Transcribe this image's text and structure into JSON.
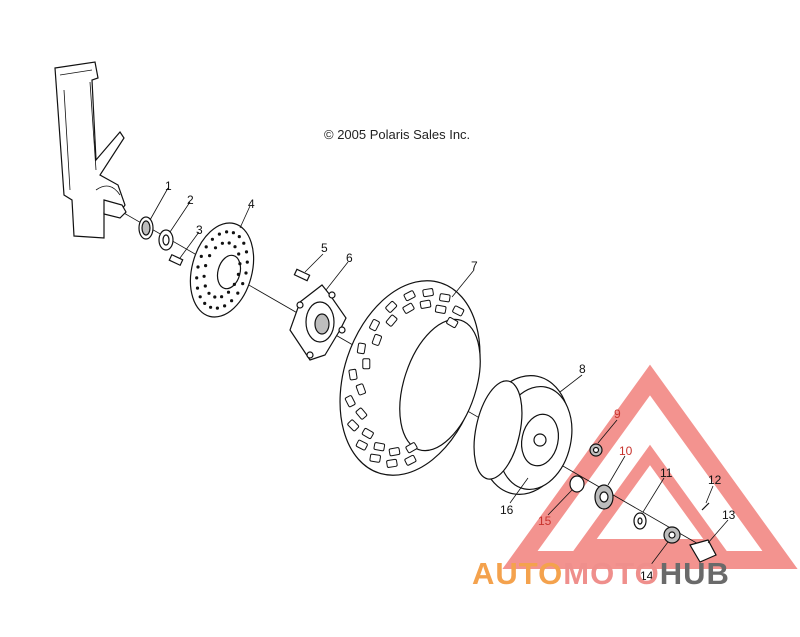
{
  "copyright": "© 2005 Polaris Sales Inc.",
  "callouts": [
    {
      "id": "1",
      "label": "1"
    },
    {
      "id": "2",
      "label": "2"
    },
    {
      "id": "3",
      "label": "3"
    },
    {
      "id": "4",
      "label": "4"
    },
    {
      "id": "5",
      "label": "5"
    },
    {
      "id": "6",
      "label": "6"
    },
    {
      "id": "7",
      "label": "7"
    },
    {
      "id": "8",
      "label": "8"
    },
    {
      "id": "9",
      "label": "9"
    },
    {
      "id": "10",
      "label": "10"
    },
    {
      "id": "11",
      "label": "11"
    },
    {
      "id": "12",
      "label": "12"
    },
    {
      "id": "13",
      "label": "13"
    },
    {
      "id": "14",
      "label": "14"
    },
    {
      "id": "15",
      "label": "15"
    },
    {
      "id": "16",
      "label": "16"
    }
  ],
  "watermark": {
    "part1": "AUTO",
    "part2": "MOTO",
    "part3": "HUB",
    "colors": {
      "orange": "#f4a24d",
      "pink": "#ef8f8c",
      "grey": "#6a6a6a",
      "triangle": "#ef6f6a"
    }
  }
}
